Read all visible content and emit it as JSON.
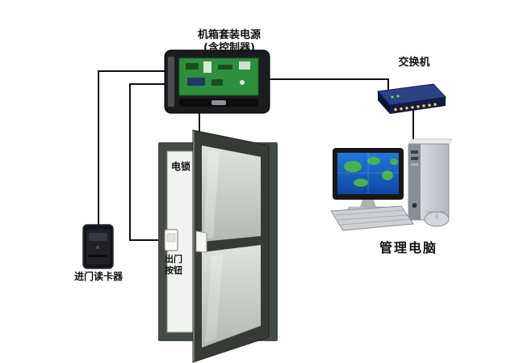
{
  "diagram_type": "access-control-system-wiring-diagram",
  "labels": {
    "power_box": [
      "机箱套装电源",
      "(含控制器)"
    ],
    "switch": "交换机",
    "management_computer": "管理电脑",
    "entry_card_reader": "进门读卡器",
    "electric_lock": "电锁",
    "exit_button": [
      "出门",
      "按钮"
    ]
  },
  "colors": {
    "connection_line": "#111111",
    "pcb_green": "#2e8f3c",
    "switch_navy": "#131d45",
    "monitor_screen_blue": "#1565c0",
    "door_frame_dark": "#454b45",
    "label_text": "#111111"
  }
}
